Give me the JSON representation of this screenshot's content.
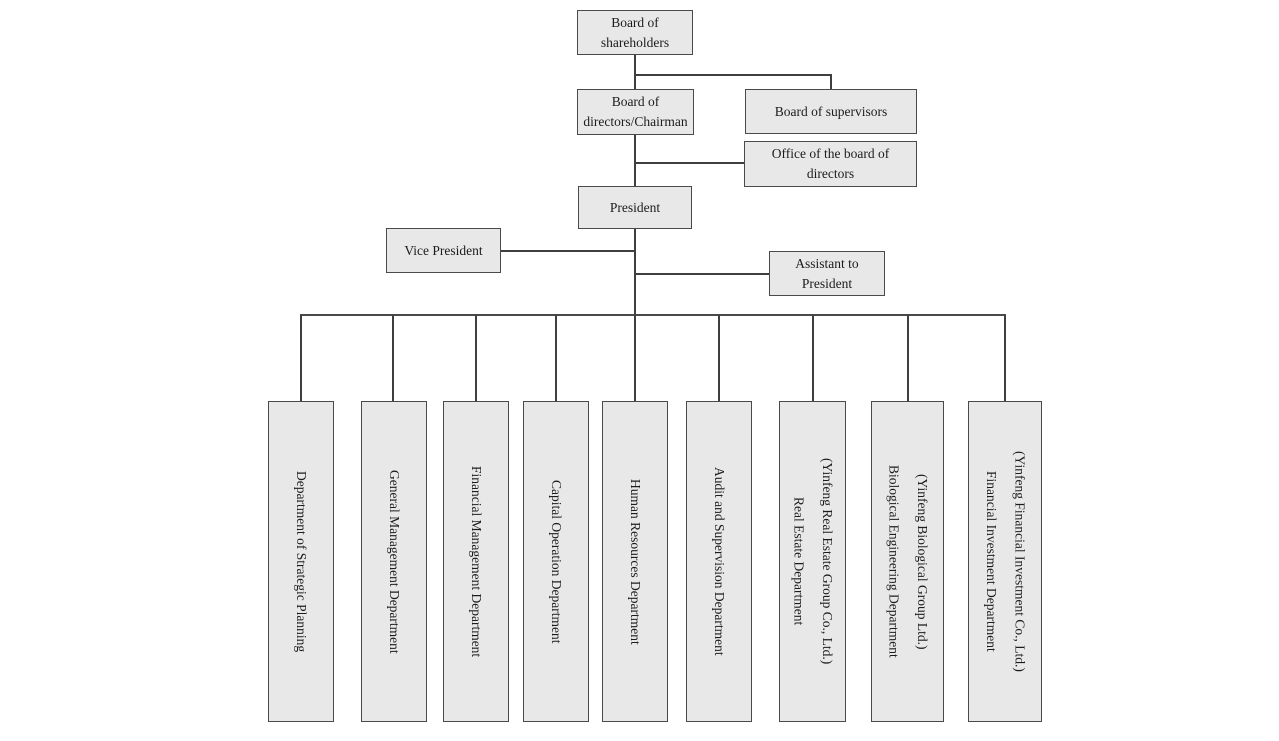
{
  "org": {
    "nodes": {
      "shareholders": {
        "lines": [
          "Board of",
          "shareholders"
        ]
      },
      "directors": {
        "lines": [
          "Board of",
          "directors/Chairman"
        ]
      },
      "supervisors": {
        "lines": [
          "Board of supervisors"
        ]
      },
      "board_office": {
        "lines": [
          "Office of the board of",
          "directors"
        ]
      },
      "president": {
        "lines": [
          "President"
        ]
      },
      "vice_president": {
        "lines": [
          "Vice President"
        ]
      },
      "assistant": {
        "lines": [
          "Assistant to",
          "President"
        ]
      }
    },
    "departments": [
      {
        "lines": [
          "Department of Strategic Planning"
        ]
      },
      {
        "lines": [
          "General Management Department"
        ]
      },
      {
        "lines": [
          "Financial Management Department"
        ]
      },
      {
        "lines": [
          "Capital Operation Department"
        ]
      },
      {
        "lines": [
          "Human Resources Department"
        ]
      },
      {
        "lines": [
          "Audit and Supervision Department"
        ]
      },
      {
        "lines": [
          "(Yinfeng Real Estate Group Co., Ltd.)",
          "Real Estate Department"
        ]
      },
      {
        "lines": [
          "(Yinfeng Biological Group Ltd.)",
          "Biological Engineering Department"
        ]
      },
      {
        "lines": [
          "(Yinfeng Financial Investment Co., Ltd.)",
          "Financial Investment Department"
        ]
      }
    ],
    "edges": [
      {
        "from": "Board of shareholders",
        "to": "Board of directors/Chairman"
      },
      {
        "from": "Board of shareholders",
        "to": "Board of supervisors"
      },
      {
        "from": "Board of directors/Chairman",
        "to": "Office of the board of directors"
      },
      {
        "from": "Board of directors/Chairman",
        "to": "President"
      },
      {
        "from": "President",
        "to": "Vice President"
      },
      {
        "from": "President",
        "to": "Assistant to President"
      },
      {
        "from": "President",
        "to": "Department of Strategic Planning"
      },
      {
        "from": "President",
        "to": "General Management Department"
      },
      {
        "from": "President",
        "to": "Financial Management Department"
      },
      {
        "from": "President",
        "to": "Capital Operation Department"
      },
      {
        "from": "President",
        "to": "Human Resources Department"
      },
      {
        "from": "President",
        "to": "Audit and Supervision Department"
      },
      {
        "from": "President",
        "to": "Real Estate Department (Yinfeng Real Estate Group Co., Ltd.)"
      },
      {
        "from": "President",
        "to": "Biological Engineering Department (Yinfeng Biological Group Ltd.)"
      },
      {
        "from": "President",
        "to": "Financial Investment Department (Yinfeng Financial Investment Co., Ltd.)"
      }
    ],
    "colors": {
      "box_fill": "#e8e8e8",
      "box_border": "#4a4a4a",
      "connector": "#3f3f3f",
      "text": "#1c1c1c",
      "background": "#ffffff"
    }
  }
}
